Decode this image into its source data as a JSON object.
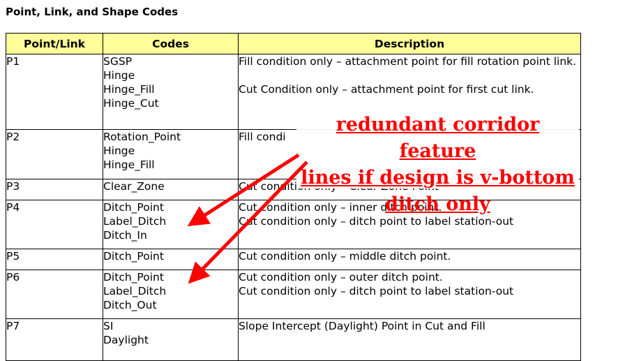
{
  "title": "Point, Link, and Shape Codes",
  "headers": [
    "Point/Link",
    "Codes",
    "Description"
  ],
  "rows": [
    {
      "point": "P1",
      "codes": [
        "SGSP",
        "Hinge",
        "Hinge_Fill",
        "Hinge_Cut"
      ],
      "desc": [
        "Fill condition only – attachment point for fill rotation point link.",
        "",
        "Cut Condition only – attachment point for first cut link."
      ]
    },
    {
      "point": "P2",
      "codes": [
        "Rotation_Point",
        "Hinge",
        "Hinge_Fill"
      ],
      "desc": [
        "Fill condi"
      ]
    },
    {
      "point": "P3",
      "codes": [
        "Clear_Zone"
      ],
      "desc": [
        "Cut condition only – Clear Zone Point"
      ]
    },
    {
      "point": "P4",
      "codes": [
        "Ditch_Point",
        "Label_Ditch",
        "Ditch_In"
      ],
      "desc": [
        "Cut condition only – inner ditch point.",
        "Cut condition only – ditch point to label station-out"
      ]
    },
    {
      "point": "P5",
      "codes": [
        "Ditch_Point"
      ],
      "desc": [
        "Cut condition only – middle ditch point."
      ]
    },
    {
      "point": "P6",
      "codes": [
        "Ditch_Point",
        "Label_Ditch",
        "Ditch_Out"
      ],
      "desc": [
        "Cut condition only – outer ditch point.",
        "Cut condition only – ditch point to label station-out"
      ]
    },
    {
      "point": "P7",
      "codes": [
        "SI",
        "Daylight"
      ],
      "desc": [
        "Slope Intercept (Daylight) Point in Cut and Fill"
      ]
    }
  ],
  "annotation": {
    "lines": [
      "redundant corridor feature",
      "lines if design is v-bottom",
      "ditch only"
    ],
    "color": "#ff0000"
  },
  "colors": {
    "header_bg": "#ffff99",
    "annotation": "#ff0000"
  }
}
